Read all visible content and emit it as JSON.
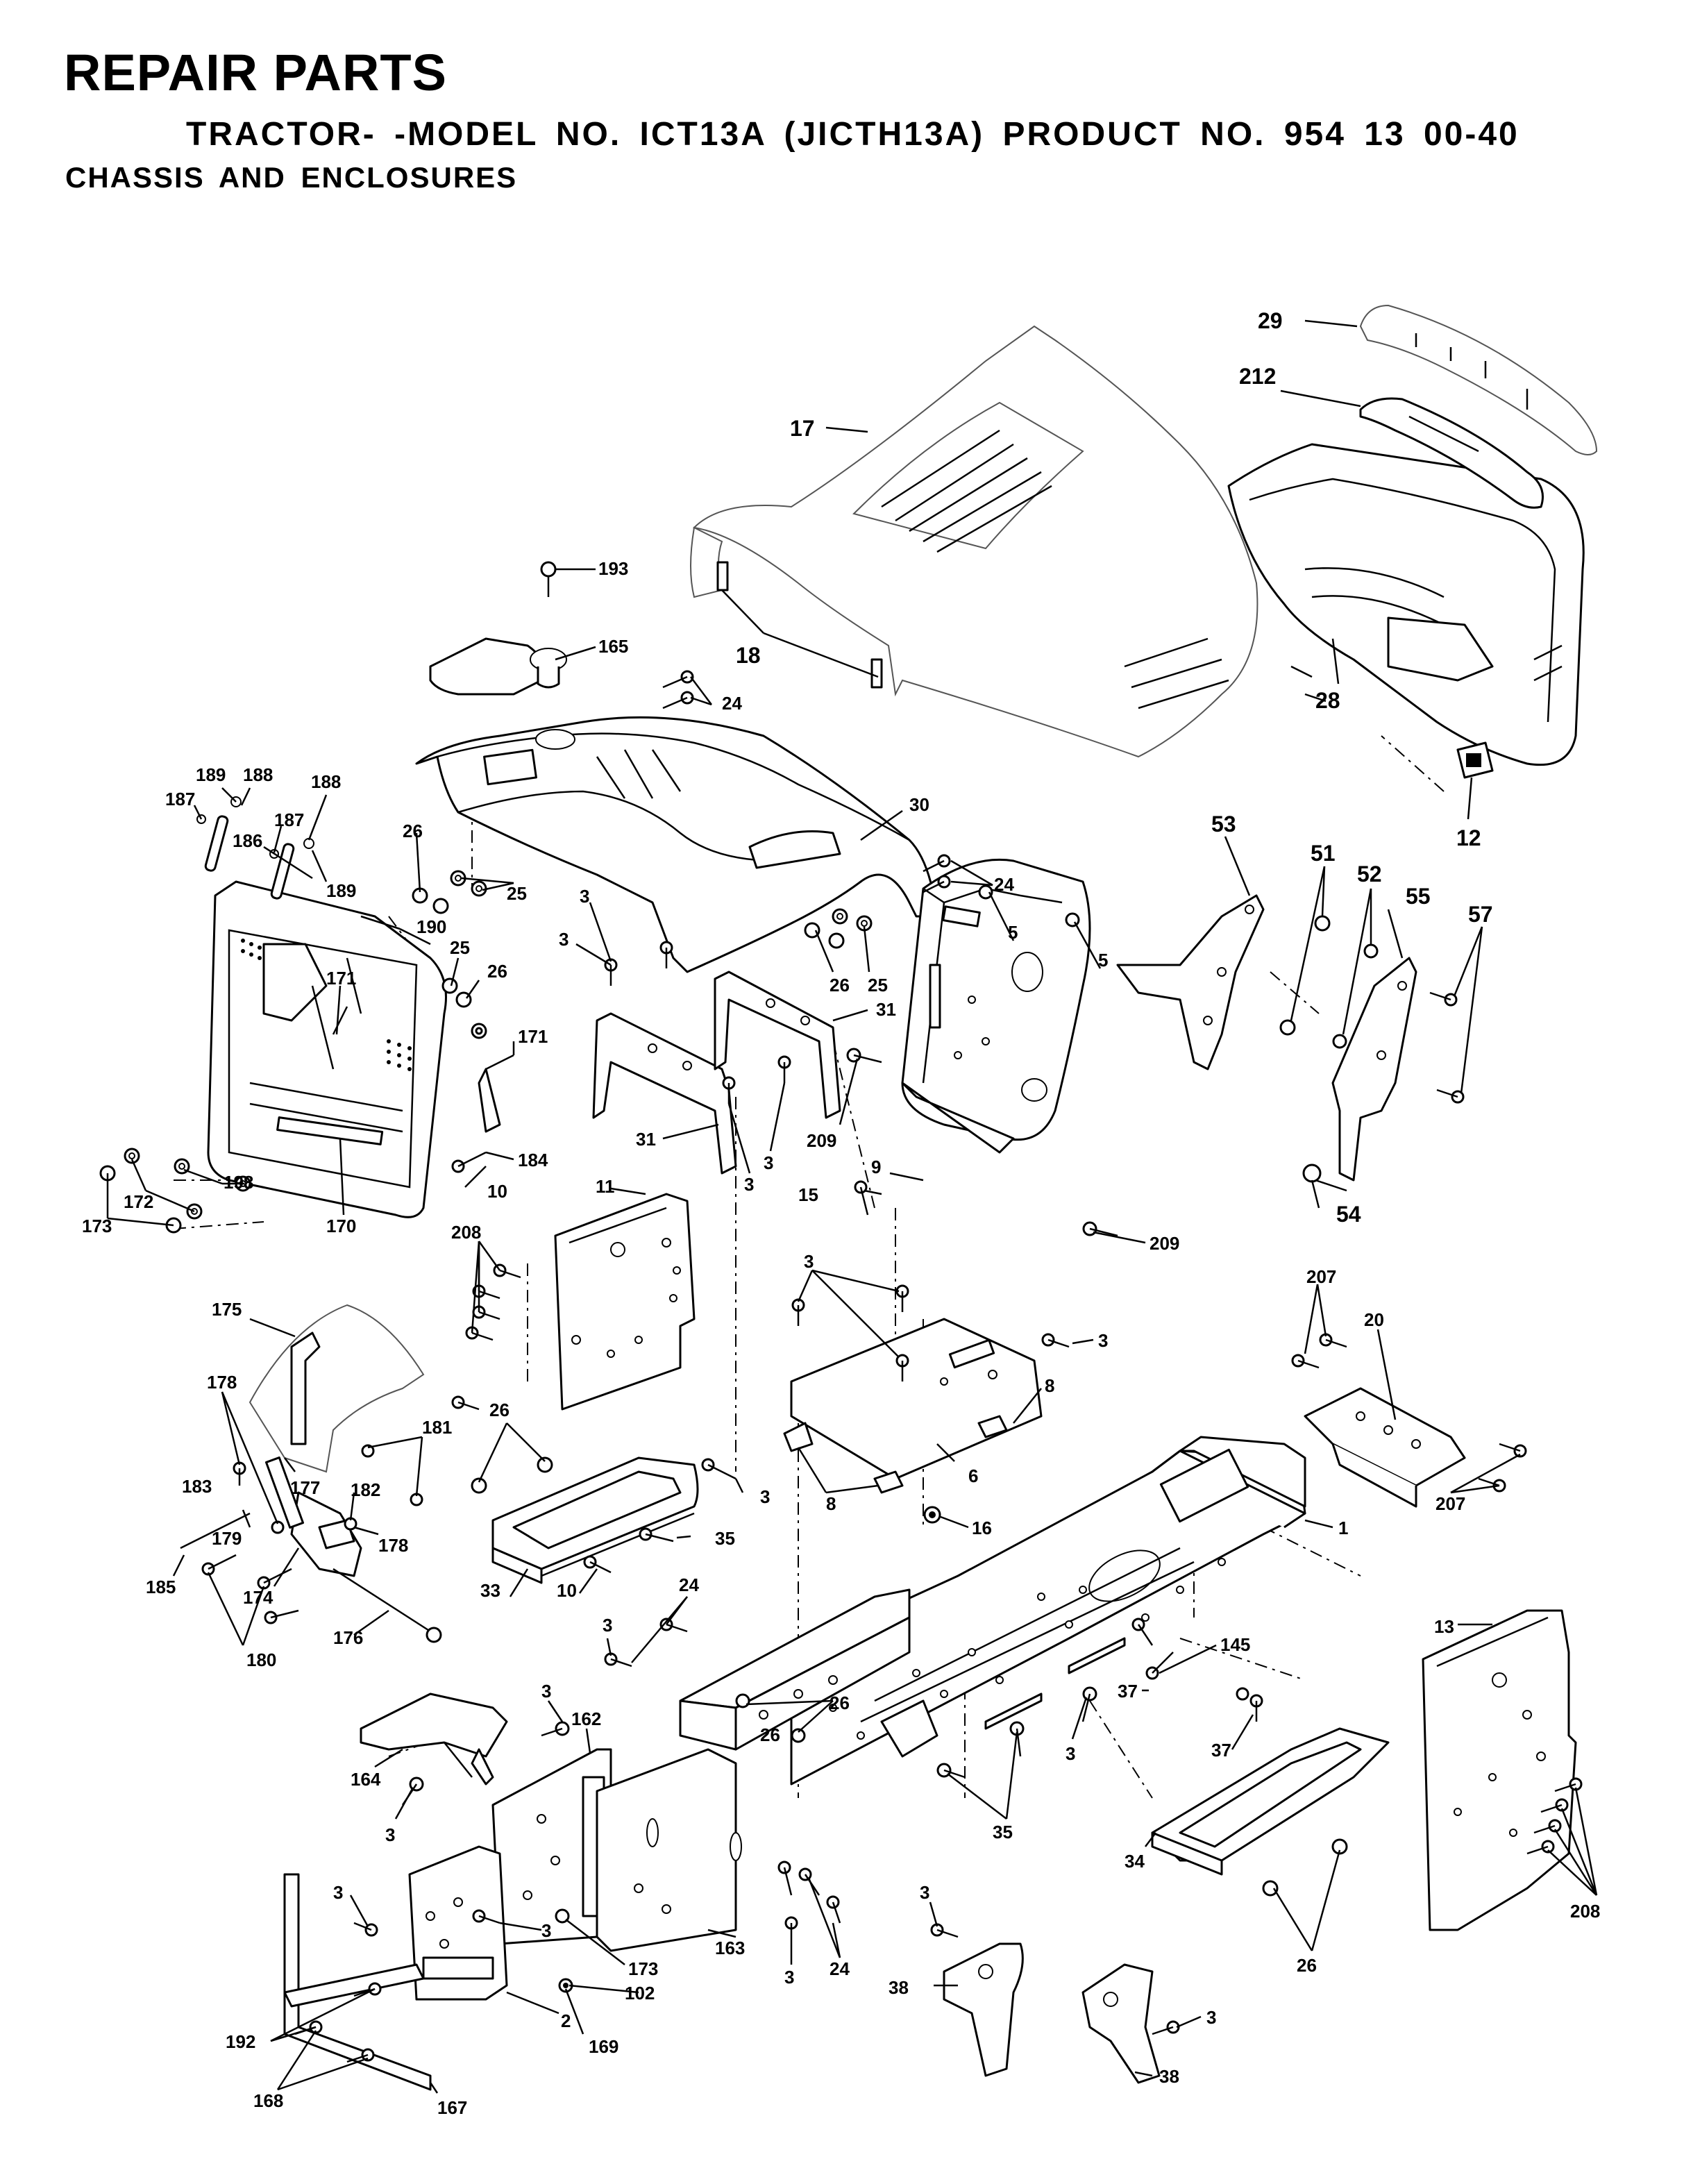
{
  "header": {
    "title": "REPAIR PARTS",
    "subtitle": "TRACTOR- -MODEL NO. ICT13A (JICTH13A) PRODUCT NO. 954 13 00-40",
    "section": "CHASSIS AND ENCLOSURES"
  },
  "callouts": {
    "c29": "29",
    "c212": "212",
    "c17": "17",
    "c28": "28",
    "c12": "12",
    "c18": "18",
    "c193": "193",
    "c165": "165",
    "c24a": "24",
    "c30": "30",
    "c24b": "24",
    "c189a": "189",
    "c188a": "188",
    "c188b": "188",
    "c187a": "187",
    "c187b": "187",
    "c186": "186",
    "c189b": "189",
    "c26a": "26",
    "c25a": "25",
    "c190": "190",
    "c25b": "25",
    "c26b": "26",
    "c171a": "171",
    "c171b": "171",
    "c3a": "3",
    "c3b": "3",
    "c26c": "26",
    "c25c": "25",
    "c31a": "31",
    "c31b": "31",
    "c3c": "3",
    "c3d": "3",
    "c53": "53",
    "c51": "51",
    "c52": "52",
    "c55": "55",
    "c57": "57",
    "c54": "54",
    "c5a": "5",
    "c5b": "5",
    "c209a": "209",
    "c9": "9",
    "c15": "15",
    "c209b": "209",
    "c198": "198",
    "c172": "172",
    "c173a": "173",
    "c170": "170",
    "c184": "184",
    "c10a": "10",
    "c11": "11",
    "c208a": "208",
    "c3e": "3",
    "c3f": "3",
    "c207a": "207",
    "c20": "20",
    "c8a": "8",
    "c6": "6",
    "c8b": "8",
    "c16": "16",
    "c1": "1",
    "c207b": "207",
    "c175": "175",
    "c178a": "178",
    "c181": "181",
    "c183": "183",
    "c177": "177",
    "c182": "182",
    "c179": "179",
    "c178b": "178",
    "c185": "185",
    "c174": "174",
    "c180": "180",
    "c176": "176",
    "c26d": "26",
    "c3g": "3",
    "c35a": "35",
    "c33": "33",
    "c10b": "10",
    "c24c": "24",
    "c3h": "3",
    "c13": "13",
    "c145": "145",
    "c37a": "37",
    "c37b": "37",
    "c3i": "3",
    "c162": "162",
    "c164": "164",
    "c3j": "3",
    "c26e": "26",
    "c26f": "26",
    "c35b": "35",
    "c3k": "3",
    "c34": "34",
    "c208b": "208",
    "c26g": "26",
    "c3l": "3",
    "c3m": "3",
    "c173b": "173",
    "c102": "102",
    "c163": "163",
    "c3n": "3",
    "c24d": "24",
    "c3o": "3",
    "c38a": "38",
    "c3p": "3",
    "c38b": "38",
    "c192": "192",
    "c2": "2",
    "c169": "169",
    "c168": "168",
    "c167": "167"
  }
}
